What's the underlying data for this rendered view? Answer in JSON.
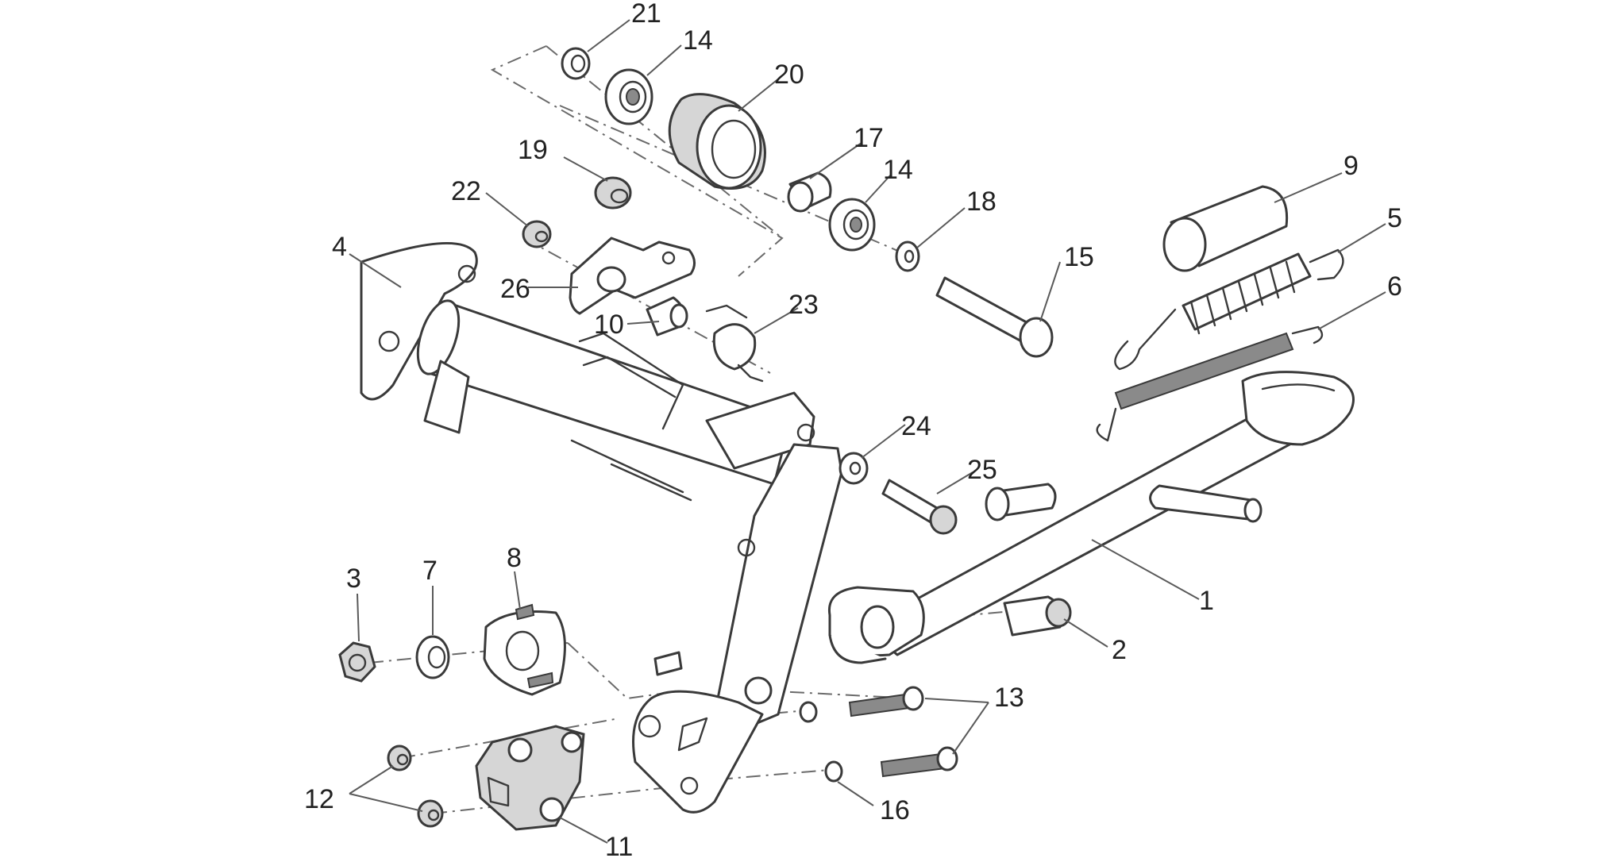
{
  "callouts": [
    {
      "id": "p1",
      "label": "1"
    },
    {
      "id": "p2",
      "label": "2"
    },
    {
      "id": "p3",
      "label": "3"
    },
    {
      "id": "p4",
      "label": "4"
    },
    {
      "id": "p5",
      "label": "5"
    },
    {
      "id": "p6",
      "label": "6"
    },
    {
      "id": "p7",
      "label": "7"
    },
    {
      "id": "p8",
      "label": "8"
    },
    {
      "id": "p9",
      "label": "9"
    },
    {
      "id": "p10",
      "label": "10"
    },
    {
      "id": "p11",
      "label": "11"
    },
    {
      "id": "p12",
      "label": "12"
    },
    {
      "id": "p13",
      "label": "13"
    },
    {
      "id": "p14a",
      "label": "14"
    },
    {
      "id": "p14b",
      "label": "14"
    },
    {
      "id": "p15",
      "label": "15"
    },
    {
      "id": "p16",
      "label": "16"
    },
    {
      "id": "p17",
      "label": "17"
    },
    {
      "id": "p18",
      "label": "18"
    },
    {
      "id": "p19",
      "label": "19"
    },
    {
      "id": "p20",
      "label": "20"
    },
    {
      "id": "p21",
      "label": "21"
    },
    {
      "id": "p22",
      "label": "22"
    },
    {
      "id": "p23",
      "label": "23"
    },
    {
      "id": "p24",
      "label": "24"
    },
    {
      "id": "p25",
      "label": "25"
    },
    {
      "id": "p26",
      "label": "26"
    }
  ]
}
